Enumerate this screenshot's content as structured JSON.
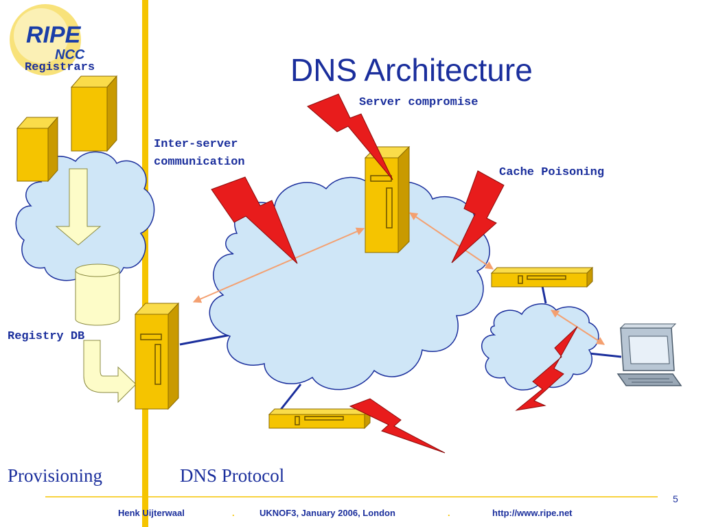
{
  "logo": {
    "main": "RIPE",
    "sub": "NCC"
  },
  "title": "DNS Architecture",
  "labels": {
    "registrars": "Registrars",
    "registry_db": "Registry DB",
    "inter_server_1": "Inter-server",
    "inter_server_2": "communication",
    "server_compromise": "Server compromise",
    "cache_poisoning": "Cache Poisoning",
    "provisioning": "Provisioning",
    "dns_protocol": "DNS Protocol"
  },
  "footer": {
    "author": "Henk Uijterwaal",
    "sep1": ".",
    "event": "UKNOF3, January 2006, London",
    "sep2": ".",
    "url": "http://www.ripe.net",
    "page": "5"
  },
  "colors": {
    "cloud": "#cfe6f7",
    "cloud_border": "#1a2e9c",
    "server": "#f5c400",
    "lightning": "#e81c1c",
    "arrow": "#f4a070",
    "divider": "#f5c400"
  }
}
